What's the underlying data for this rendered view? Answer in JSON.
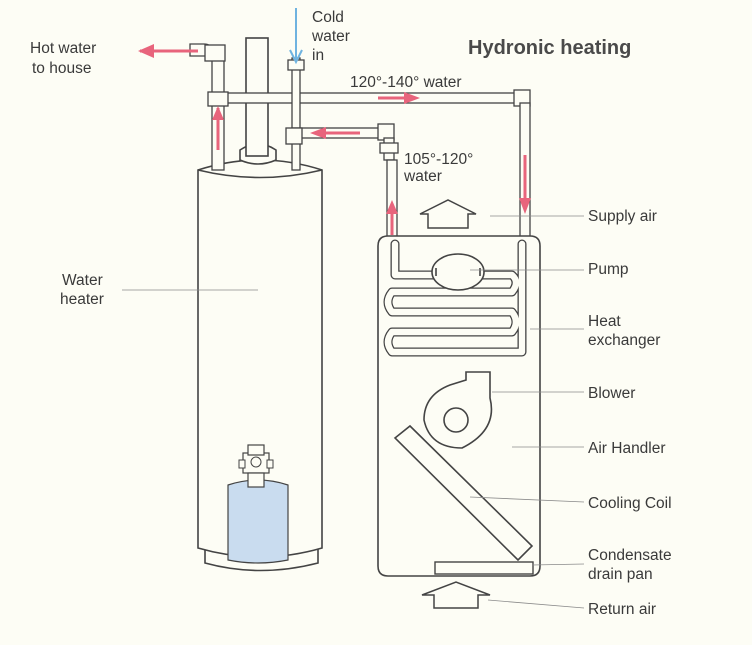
{
  "title": "Hydronic heating",
  "labels": {
    "hot_water": [
      "Hot water",
      "to house"
    ],
    "cold_water": [
      "Cold",
      "water",
      "in"
    ],
    "supply_temp": "120°-140° water",
    "return_temp": [
      "105°-120°",
      "water"
    ],
    "water_heater": [
      "Water",
      "heater"
    ],
    "supply_air": "Supply air",
    "pump": "Pump",
    "heat_exchanger": [
      "Heat",
      "exchanger"
    ],
    "blower": "Blower",
    "air_handler": "Air Handler",
    "cooling_coil": "Cooling Coil",
    "condensate_pan": [
      "Condensate",
      "drain pan"
    ],
    "return_air": "Return air"
  },
  "colors": {
    "hot_flow": "#e8647c",
    "cold_flow": "#6fb3e0",
    "burner_panel": "#c9dcef",
    "outline": "#444444"
  }
}
